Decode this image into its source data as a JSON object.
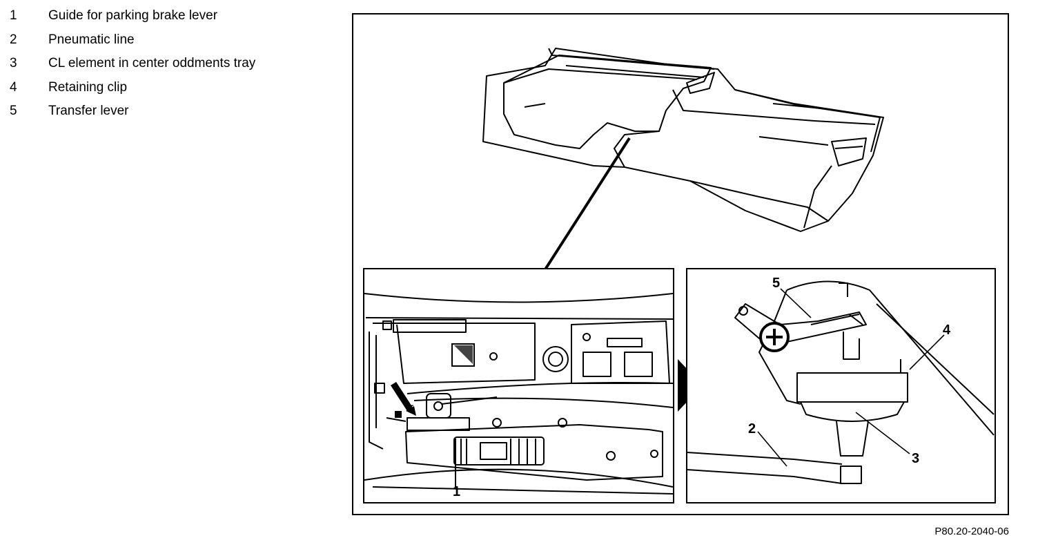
{
  "legend": {
    "items": [
      {
        "num": "1",
        "label": "Guide for parking brake lever"
      },
      {
        "num": "2",
        "label": "Pneumatic line"
      },
      {
        "num": "3",
        "label": "CL element in center oddments tray"
      },
      {
        "num": "4",
        "label": "Retaining clip"
      },
      {
        "num": "5",
        "label": "Transfer lever"
      }
    ]
  },
  "callouts": {
    "c1": "1",
    "c2": "2",
    "c3": "3",
    "c4": "4",
    "c5": "5",
    "c5_small": "5"
  },
  "figure_code": "P80.20-2040-06"
}
